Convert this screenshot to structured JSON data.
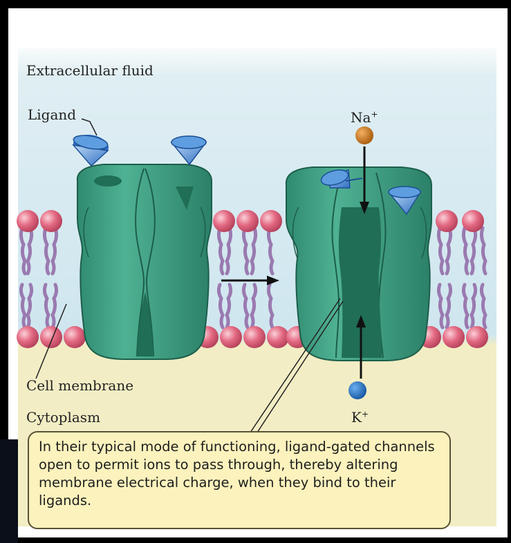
{
  "labels": {
    "extracellular": "Extracellular fluid",
    "ligand": "Ligand",
    "sodium_base": "Na",
    "sodium_sup": "+",
    "potassium_base": "K",
    "potassium_sup": "+",
    "membrane": "Cell membrane",
    "cytoplasm": "Cytoplasm"
  },
  "caption": "In their typical mode of functioning, ligand-gated channels open to permit ions to pass through, thereby altering membrane electrical charge, when they bind to their ligands.",
  "colors": {
    "extracellular": "#cfe6ef",
    "cytoplasm": "#f2edc4",
    "channel": "#3a9a80",
    "channel_dark": "#1f6e55",
    "lipid_head": "#e06a82",
    "lipid_tail": "#9a7ab0",
    "ligand": "#4e8fd8",
    "sodium": "#c8761a",
    "potassium": "#2a78c8",
    "callout_bg": "#fbf2bd"
  }
}
